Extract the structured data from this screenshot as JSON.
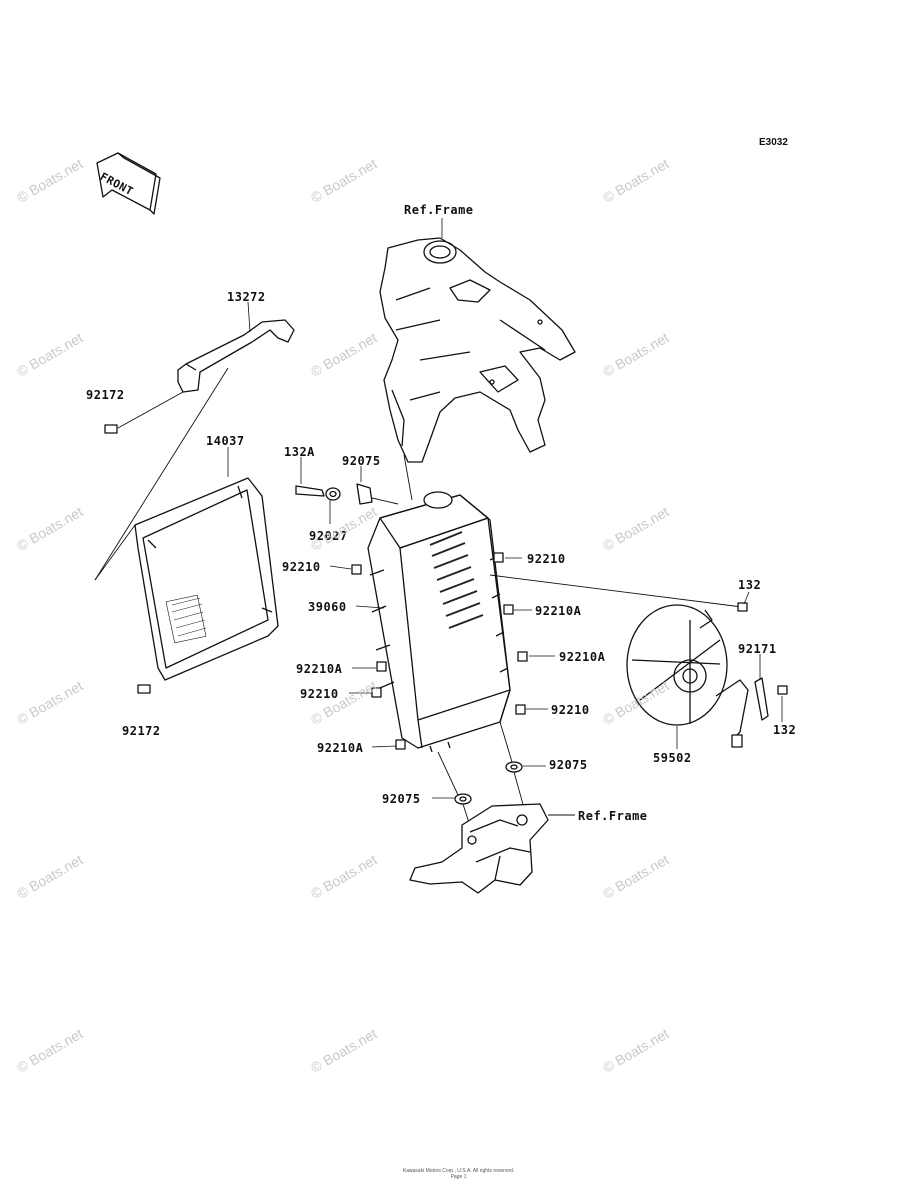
{
  "diagram_id": "E3032",
  "front_label": "FRONT",
  "ref_frame_top": "Ref.Frame",
  "ref_frame_bottom": "Ref.Frame",
  "watermark": "© Boats.net",
  "parts": {
    "p13272": "13272",
    "p92172_top": "92172",
    "p14037": "14037",
    "p92172_bottom": "92172",
    "p132A": "132A",
    "p92075_top": "92075",
    "p92027": "92027",
    "p92210_a": "92210",
    "p92210_b": "92210",
    "p39060": "39060",
    "p92210A_a": "92210A",
    "p92210A_b": "92210A",
    "p92210A_c": "92210A",
    "p92210_c": "92210",
    "p92210_d": "92210",
    "p92210A_d": "92210A",
    "p92075_mid": "92075",
    "p92075_bot": "92075",
    "p132_top": "132",
    "p92171": "92171",
    "p132_bot": "132",
    "p59502": "59502"
  },
  "footer": {
    "line1": "Kawasaki Motors Corp., U.S.A. All rights reserved.",
    "line2": "Page 1"
  }
}
